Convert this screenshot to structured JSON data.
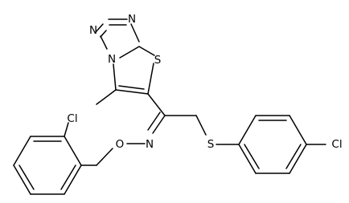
{
  "structure": {
    "atoms": {
      "n1": "N",
      "n2": "N",
      "n3": "N",
      "s_ring": "S",
      "n_oxime": "N",
      "o_oxime": "O",
      "s_thio": "S",
      "cl_left": "Cl",
      "cl_right": "Cl"
    }
  }
}
